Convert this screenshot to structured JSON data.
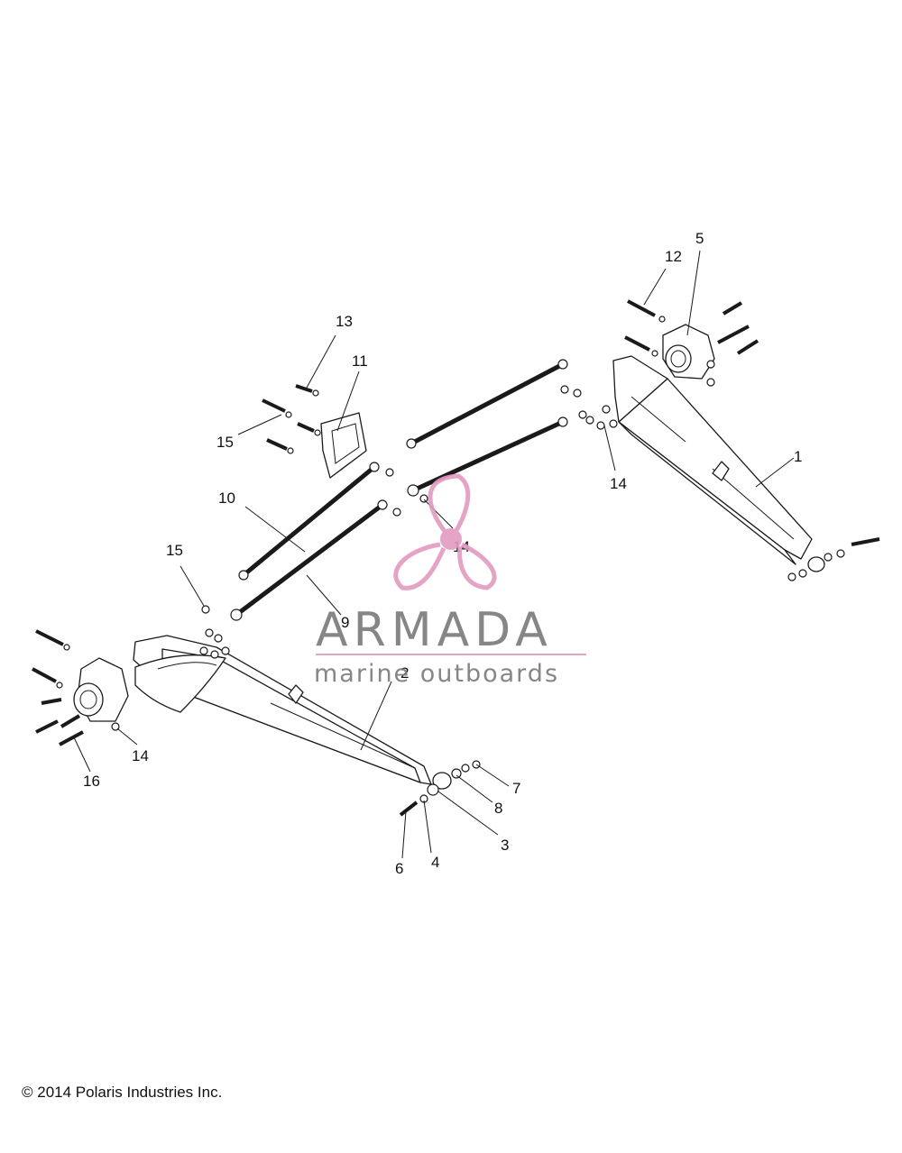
{
  "callouts": {
    "c1": "1",
    "c2": "2",
    "c3": "3",
    "c4": "4",
    "c5": "5",
    "c6": "6",
    "c7": "7",
    "c8": "8",
    "c9": "9",
    "c10": "10",
    "c11": "11",
    "c12": "12",
    "c13": "13",
    "c14a": "14",
    "c14b": "14",
    "c14c": "14",
    "c15a": "15",
    "c15b": "15",
    "c16": "16"
  },
  "watermark": {
    "title": "ARMADA",
    "subtitle": "marine outboards",
    "logo_color": "#e39ac0",
    "text_color": "#7a7a7a"
  },
  "footer": {
    "copyright": "© 2014 Polaris Industries Inc."
  }
}
